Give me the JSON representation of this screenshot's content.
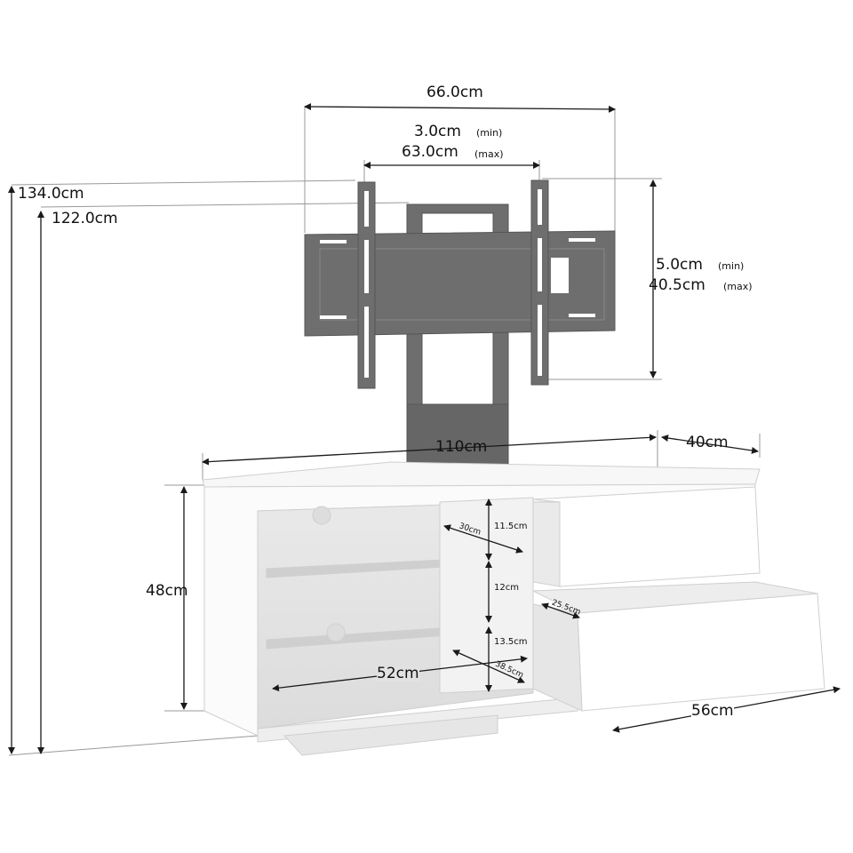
{
  "title": "TV cabinet with bracket dimensions",
  "dimensions": {
    "bracket_width": "66.0cm",
    "arm_spacing_min": "3.0cm",
    "arm_spacing_max": "63.0cm",
    "min_tag": "(min)",
    "max_tag": "(max)",
    "height_max": "134.0cm",
    "height_min": "122.0cm",
    "vertical_min": "5.0cm",
    "vertical_max": "40.5cm",
    "cabinet_width": "110cm",
    "cabinet_depth": "40cm",
    "cabinet_height": "48cm",
    "shelf_1_height": "11.5cm",
    "shelf_2_height": "12cm",
    "shelf_3_height": "13.5cm",
    "shelf_depth": "30cm",
    "shelf_inner_depth": "38.5cm",
    "drawer_depth": "25.5cm",
    "compartment_width": "52cm",
    "drawer_width": "56cm"
  },
  "colors": {
    "bracket": "#6e6e6e",
    "cabinet": "#f4f4f4",
    "line": "#1a1a1a"
  }
}
